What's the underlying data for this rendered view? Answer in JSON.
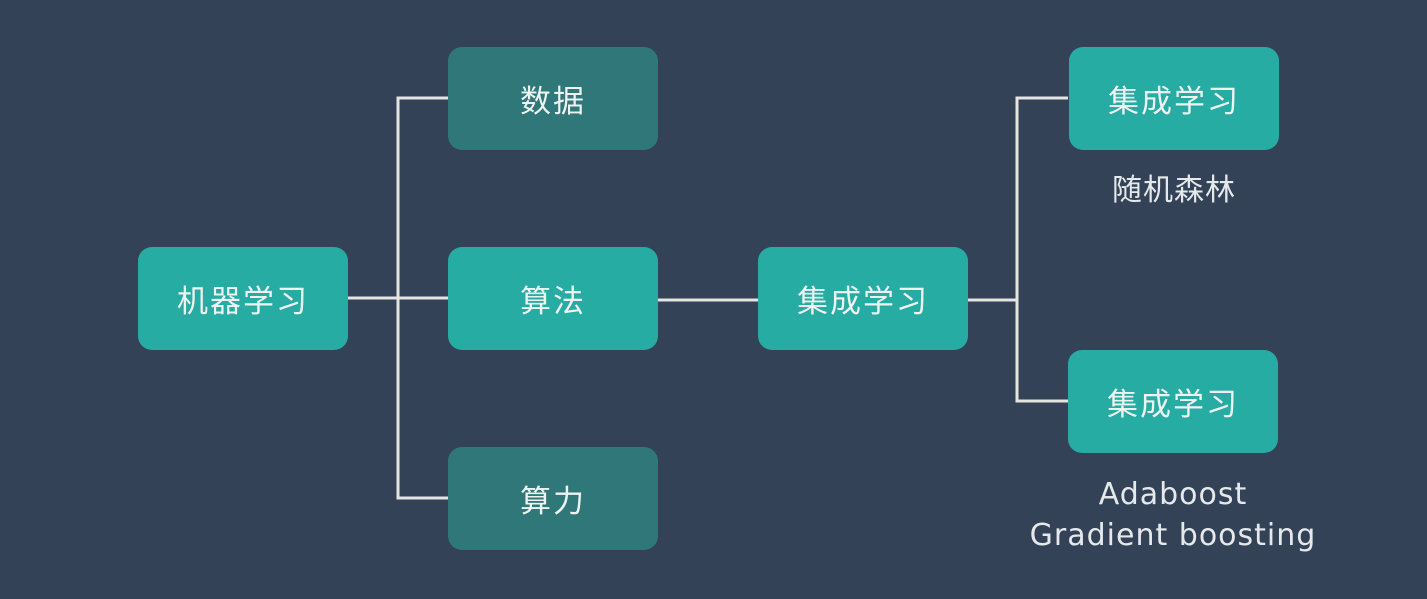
{
  "colors": {
    "background": "#344257",
    "node_primary": "#26aca3",
    "node_dim": "#2f7778",
    "connector": "#e4e4e0"
  },
  "nodes": {
    "root": {
      "label": "机器学习",
      "style": "primary"
    },
    "data": {
      "label": "数据",
      "style": "dim"
    },
    "algorithm": {
      "label": "算法",
      "style": "primary"
    },
    "compute": {
      "label": "算力",
      "style": "dim"
    },
    "ensemble": {
      "label": "集成学习",
      "style": "primary"
    },
    "ensemble_top": {
      "label": "集成学习",
      "style": "primary"
    },
    "ensemble_bottom": {
      "label": "集成学习",
      "style": "primary"
    }
  },
  "captions": {
    "random_forest": "随机森林",
    "adaboost": "Adaboost",
    "gradient_boosting": "Gradient boosting"
  }
}
